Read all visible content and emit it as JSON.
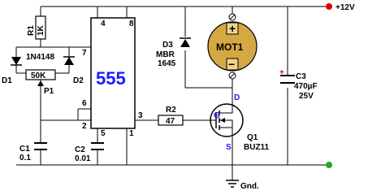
{
  "ic": {
    "name": "555",
    "pins": {
      "p4": "4",
      "p8": "8",
      "p7": "7",
      "p6": "6",
      "p2": "2",
      "p5": "5",
      "p1": "1",
      "p3": "3"
    }
  },
  "components": {
    "r1": {
      "ref": "R1",
      "value": "1K"
    },
    "diodes": {
      "part": "1N4148",
      "d1": "D1",
      "d2": "D2"
    },
    "p1": {
      "ref": "P1",
      "value": "50K"
    },
    "c1": {
      "ref": "C1",
      "value": "0.1"
    },
    "c2": {
      "ref": "C2",
      "value": "0.01"
    },
    "r2": {
      "ref": "R2",
      "value": "47"
    },
    "d3": {
      "ref": "D3",
      "part": "MBR",
      "part2": "1645"
    },
    "motor": {
      "label": "MOT1",
      "plus": "+",
      "minus": "−"
    },
    "c3": {
      "ref": "C3",
      "value": "470µF",
      "voltage": "25V",
      "plus": "+"
    },
    "q1": {
      "ref": "Q1",
      "part": "BUZ11",
      "gate": "G",
      "drain": "D",
      "source": "S"
    }
  },
  "supply": {
    "label": "+12V"
  },
  "ground": {
    "label": "Gnd."
  },
  "colors": {
    "wire": "#000000",
    "supply": "#e00000",
    "ground_terminal": "#22aa22",
    "ic_label": "#1a1aff",
    "motor_body": "#d4a843"
  }
}
